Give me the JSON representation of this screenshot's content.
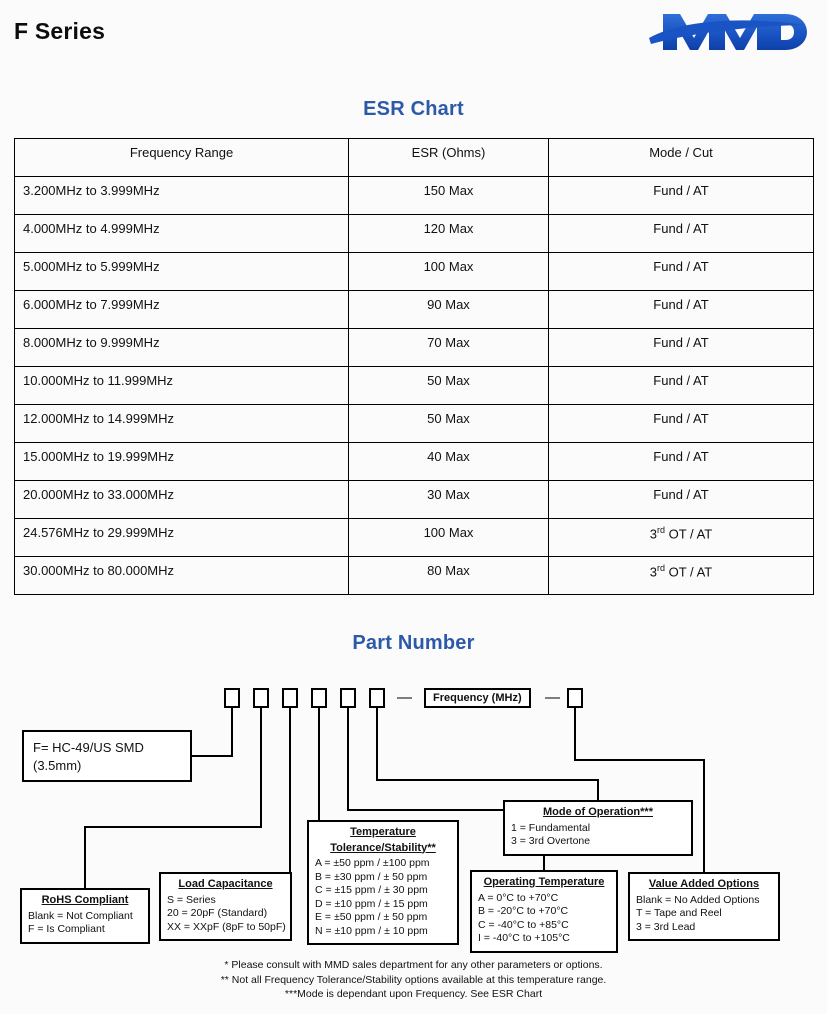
{
  "header": {
    "series_title": "F Series",
    "logo_text": "MMD",
    "logo_color": "#1a54c4"
  },
  "headings": {
    "esr": "ESR Chart",
    "part_number": "Part Number",
    "color": "#2c5aa8"
  },
  "esr_table": {
    "columns": [
      "Frequency Range",
      "ESR (Ohms)",
      "Mode / Cut"
    ],
    "rows": [
      {
        "frequency": "3.200MHz to 3.999MHz",
        "esr": "150 Max",
        "mode": "Fund / AT",
        "mode_sup": ""
      },
      {
        "frequency": "4.000MHz to 4.999MHz",
        "esr": "120 Max",
        "mode": "Fund / AT",
        "mode_sup": ""
      },
      {
        "frequency": "5.000MHz to 5.999MHz",
        "esr": "100 Max",
        "mode": "Fund / AT",
        "mode_sup": ""
      },
      {
        "frequency": "6.000MHz to 7.999MHz",
        "esr": "90 Max",
        "mode": "Fund / AT",
        "mode_sup": ""
      },
      {
        "frequency": "8.000MHz to 9.999MHz",
        "esr": "70 Max",
        "mode": "Fund / AT",
        "mode_sup": ""
      },
      {
        "frequency": "10.000MHz to 11.999MHz",
        "esr": "50 Max",
        "mode": "Fund / AT",
        "mode_sup": ""
      },
      {
        "frequency": "12.000MHz to 14.999MHz",
        "esr": "50 Max",
        "mode": "Fund / AT",
        "mode_sup": ""
      },
      {
        "frequency": "15.000MHz to 19.999MHz",
        "esr": "40 Max",
        "mode": "Fund / AT",
        "mode_sup": ""
      },
      {
        "frequency": "20.000MHz to 33.000MHz",
        "esr": "30 Max",
        "mode": "Fund / AT",
        "mode_sup": ""
      },
      {
        "frequency": "24.576MHz to 29.999MHz",
        "esr": "100 Max",
        "mode_prefix": "3",
        "mode_sup": "rd",
        "mode_suffix": " OT / AT"
      },
      {
        "frequency": "30.000MHz to 80.000MHz",
        "esr": "80 Max",
        "mode_prefix": "3",
        "mode_sup": "rd",
        "mode_suffix": " OT / AT"
      }
    ]
  },
  "part_number": {
    "code_box_count": 6,
    "dash1": "—",
    "dash2": "—",
    "frequency_field": "Frequency (MHz)",
    "callouts": {
      "form": {
        "line1": "F= HC-49/US SMD",
        "line2": "(3.5mm)"
      },
      "rohs": {
        "title": "RoHS Compliant",
        "options": [
          "Blank = Not Compliant",
          "F = Is Compliant"
        ]
      },
      "load_capacitance": {
        "title": "Load Capacitance",
        "options": [
          "S = Series",
          "20 = 20pF (Standard)",
          "XX = XXpF (8pF to 50pF)"
        ]
      },
      "temperature_tolerance": {
        "title_line1": "Temperature",
        "title_line2": "Tolerance/Stability**",
        "options": [
          "A = ±50 ppm / ±100 ppm",
          "B = ±30 ppm / ±  50 ppm",
          "C = ±15 ppm / ±  30 ppm",
          "D = ±10 ppm / ±  15 ppm",
          "E = ±50 ppm / ±  50 ppm",
          "N = ±10 ppm / ±  10 ppm"
        ]
      },
      "operating_temperature": {
        "title": "Operating Temperature",
        "options": [
          "A =    0°C to +70°C",
          "B = -20°C to +70°C",
          "C = -40°C to +85°C",
          "I  = -40°C to +105°C"
        ]
      },
      "mode_of_operation": {
        "title": "Mode of Operation***",
        "options": [
          "1 = Fundamental",
          "3 = 3rd Overtone"
        ]
      },
      "value_added_options": {
        "title": "Value Added Options",
        "options": [
          "Blank = No Added Options",
          "T = Tape and Reel",
          "3 = 3rd Lead"
        ]
      }
    }
  },
  "footnotes": [
    "* Please consult with MMD sales department for any other parameters or options.",
    "** Not all Frequency Tolerance/Stability options available at this temperature range.",
    "***Mode is dependant upon Frequency. See ESR Chart"
  ]
}
